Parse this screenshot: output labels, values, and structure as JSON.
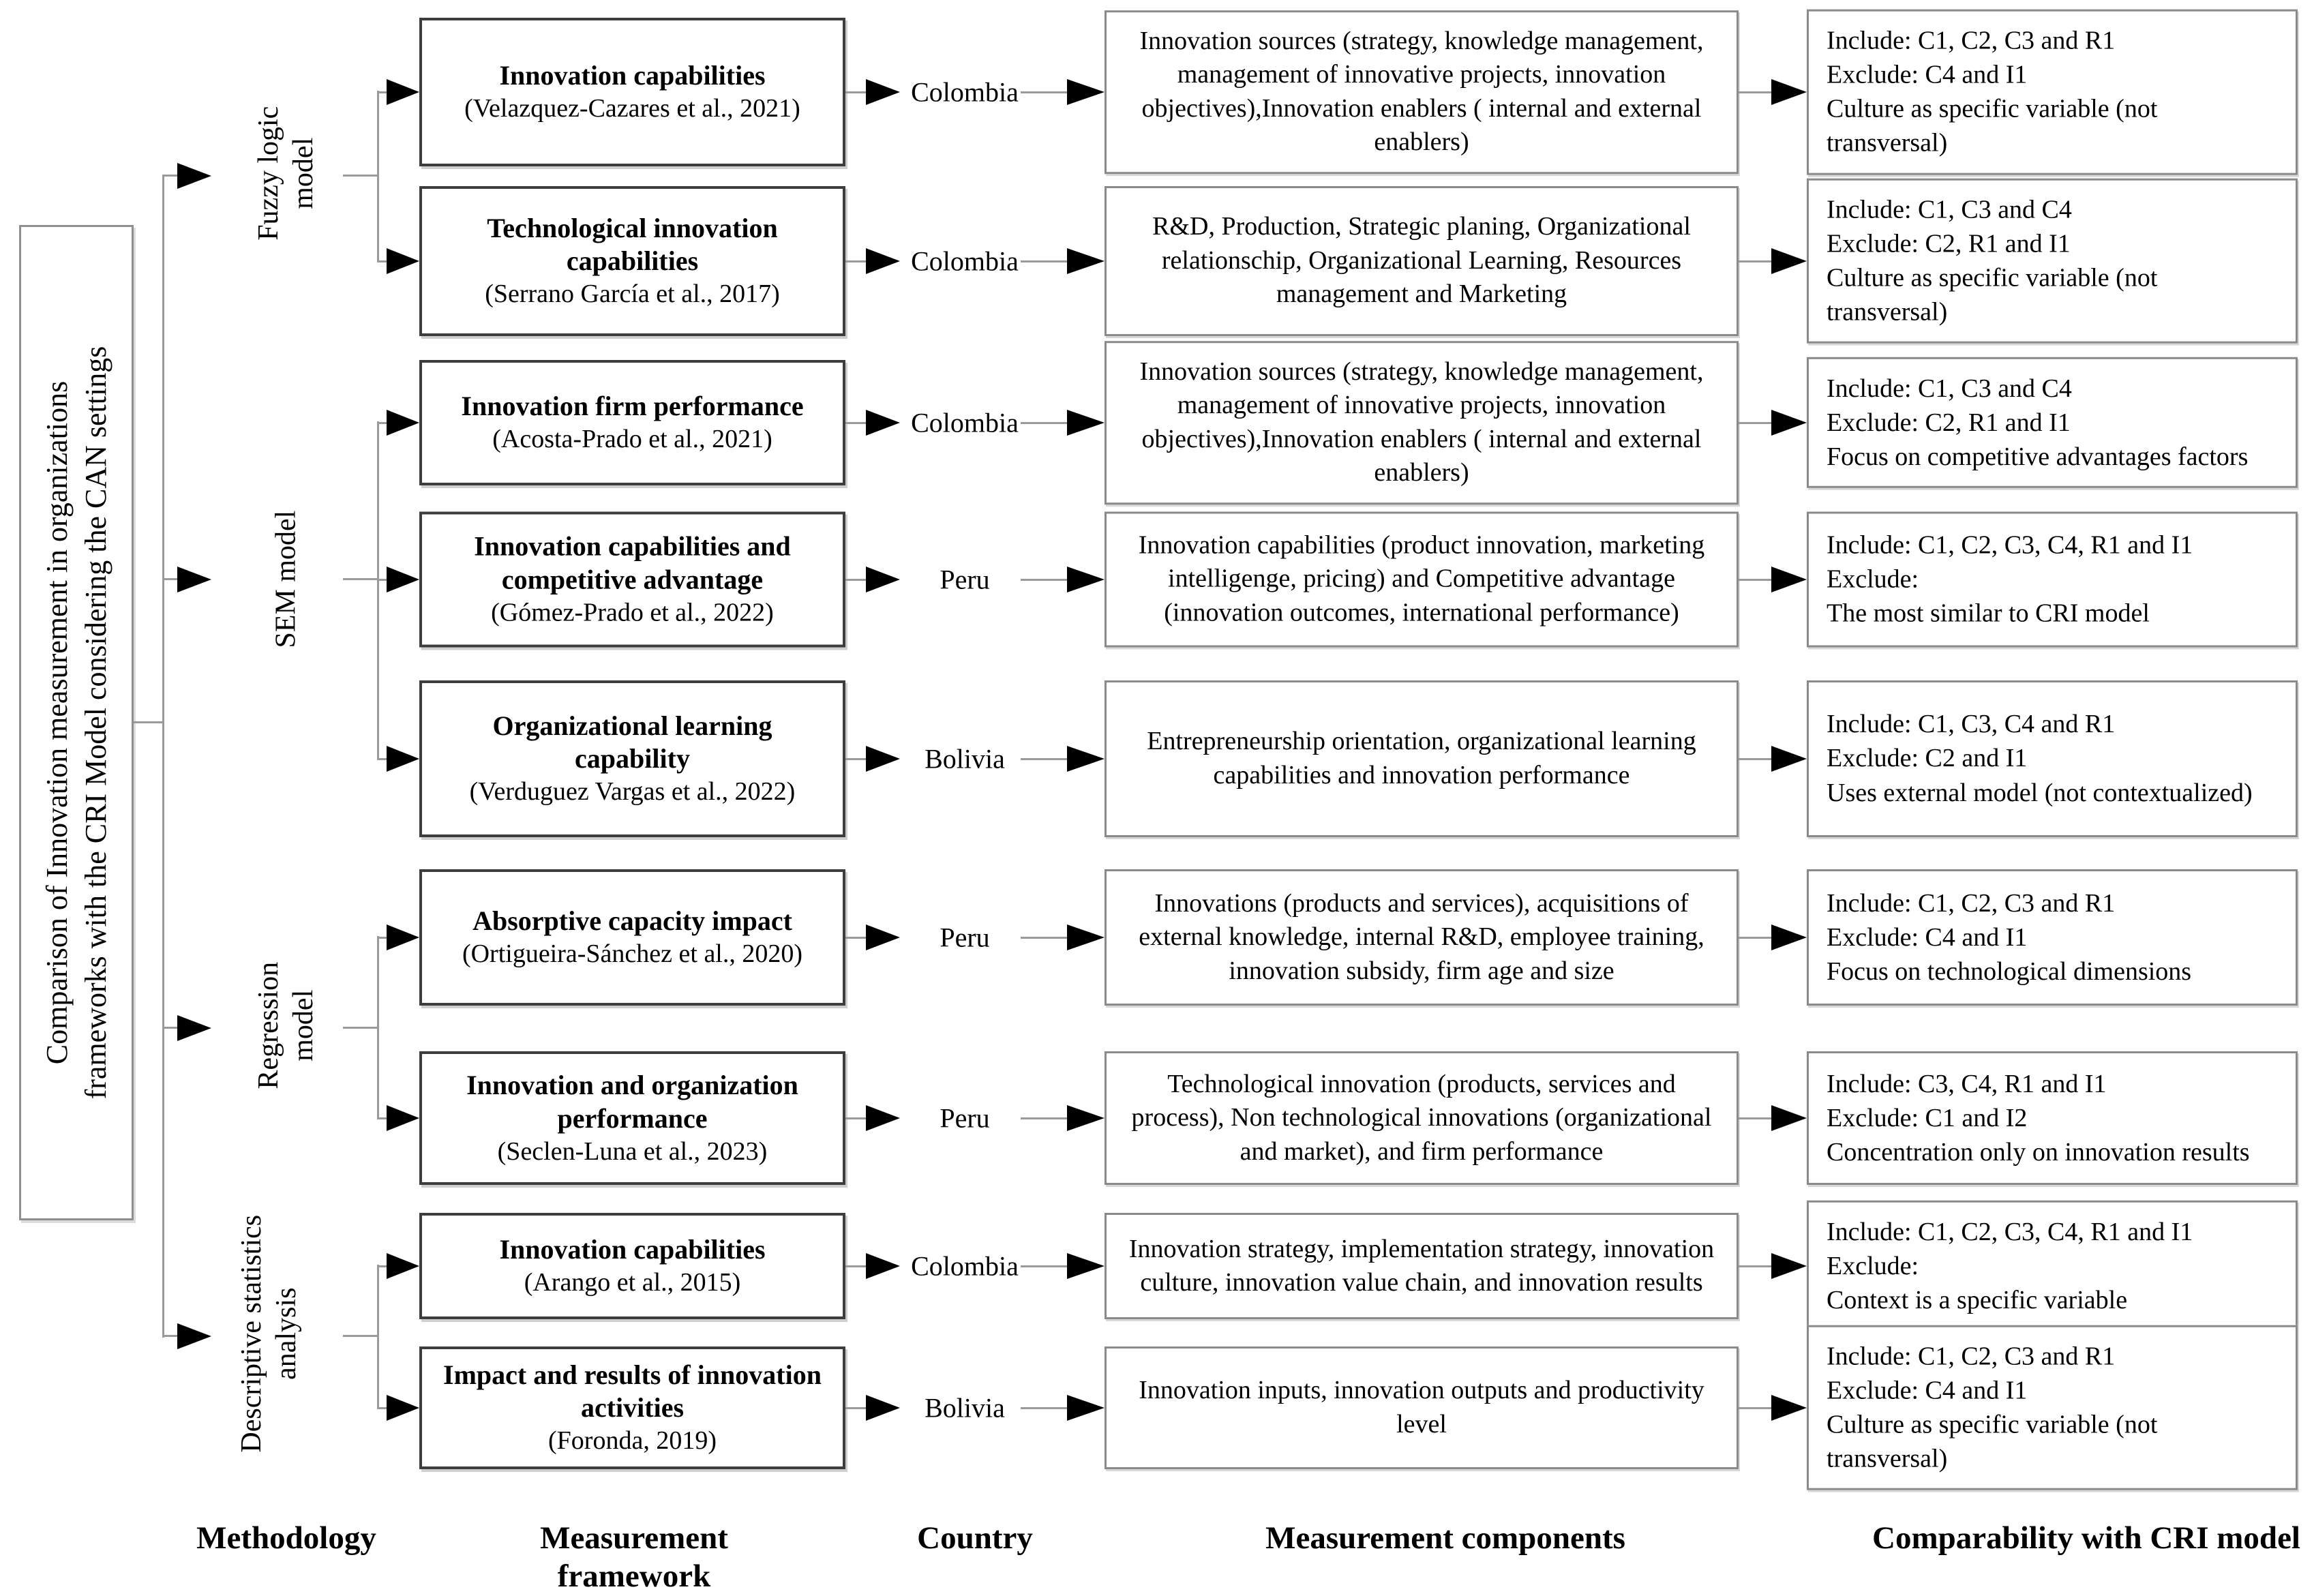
{
  "diagram": {
    "title_lines": [
      "Comparison of Innovation measurement in organizations",
      "frameworks with the CRI Model considering the CAN settings"
    ],
    "methodology_groups": [
      {
        "label": "Fuzzy logic model"
      },
      {
        "label": "SEM model"
      },
      {
        "label": "Regression model"
      },
      {
        "label": "Descriptive statistics analysis"
      }
    ],
    "rows": [
      {
        "framework_title": "Innovation capabilities",
        "citation": "(Velazquez-Cazares et al., 2021)",
        "country": "Colombia",
        "components": "Innovation sources (strategy,  knowledge management, management of innovative projects, innovation objectives),Innovation enablers ( internal and external enablers)",
        "comparability": [
          "Include:  C1, C2, C3 and R1",
          "Exclude: C4 and I1",
          "Culture as specific variable (not transversal)"
        ]
      },
      {
        "framework_title": "Technological innovation capabilities",
        "citation": "(Serrano García et al., 2017)",
        "country": "Colombia",
        "components": "R&D, Production, Strategic planing, Organizational relationschip, Organizational Learning, Resources management and Marketing",
        "comparability": [
          "Include:  C1, C3 and C4",
          "Exclude: C2, R1 and I1",
          "Culture as specific variable (not transversal)"
        ]
      },
      {
        "framework_title": "Innovation firm performance",
        "citation": "(Acosta-Prado et al., 2021)",
        "country": "Colombia",
        "components": "Innovation sources (strategy,  knowledge management, management of innovative projects, innovation objectives),Innovation enablers ( internal and external enablers)",
        "comparability": [
          "Include:  C1, C3 and C4",
          "Exclude: C2, R1 and I1",
          "Focus on competitive advantages factors"
        ]
      },
      {
        "framework_title": "Innovation capabilities and competitive advantage",
        "citation": "(Gómez-Prado et al., 2022)",
        "country": "Peru",
        "components": "Innovation capabilities (product innovation, marketing intelligenge, pricing) and Competitive advantage (innovation outcomes, international performance)",
        "comparability": [
          "Include:  C1, C2, C3, C4, R1 and I1",
          "Exclude:",
          "The most similar to CRI model"
        ]
      },
      {
        "framework_title": "Organizational learning capability",
        "citation": "(Verduguez Vargas et al., 2022)",
        "country": "Bolivia",
        "components": "Entrepreneurship orientation, organizational learning capabilities and innovation performance",
        "comparability": [
          "Include:  C1, C3, C4 and R1",
          "Exclude: C2 and I1",
          "Uses external model (not contextualized)"
        ]
      },
      {
        "framework_title": "Absorptive capacity impact",
        "citation": "(Ortigueira-Sánchez et al., 2020)",
        "country": "Peru",
        "components": "Innovations (products and services), acquisitions of external knowledge, internal R&D, employee training, innovation subsidy, firm age and size",
        "comparability": [
          "Include:  C1, C2, C3 and R1",
          "Exclude: C4 and I1",
          "Focus on technological dimensions"
        ]
      },
      {
        "framework_title": "Innovation and organization performance",
        "citation": "(Seclen-Luna et al., 2023)",
        "country": "Peru",
        "components": "Technological innovation (products, services and process), Non technological innovations (organizational and market), and firm performance",
        "comparability": [
          "Include:  C3, C4, R1 and I1",
          "Exclude: C1 and I2",
          "Concentration only on innovation results"
        ]
      },
      {
        "framework_title": "Innovation capabilities",
        "citation": "(Arango et al., 2015)",
        "country": "Colombia",
        "components": "Innovation strategy, implementation strategy, innovation culture, innovation value chain, and innovation results",
        "comparability": [
          "Include:  C1, C2, C3, C4, R1 and I1",
          "Exclude:",
          "Context is a specific variable"
        ]
      },
      {
        "framework_title": "Impact and results of innovation activities",
        "citation": "(Foronda, 2019)",
        "country": "Bolivia",
        "components": "Innovation inputs, innovation outputs and productivity level",
        "comparability": [
          "Include:  C1, C2, C3 and R1",
          "Exclude: C4 and I1",
          "Culture as specific variable (not transversal)"
        ]
      }
    ],
    "column_headers": {
      "methodology": "Methodology",
      "framework": "Measurement framework",
      "country": "Country",
      "components": "Measurement components",
      "comparability": "Comparability with CRI model"
    }
  }
}
